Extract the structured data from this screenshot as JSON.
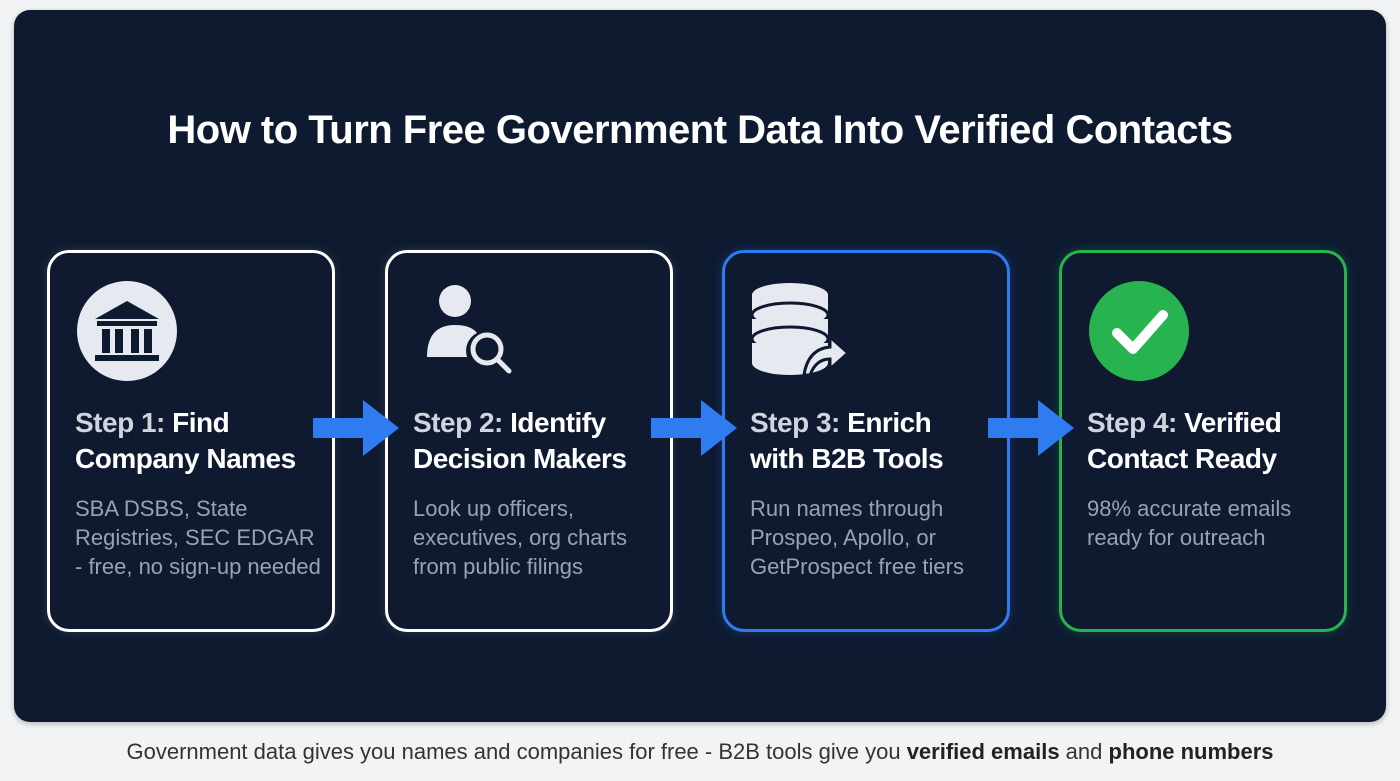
{
  "title": "How to Turn Free Government Data Into Verified Contacts",
  "colors": {
    "background": "#0e1a30",
    "step1_border": "#ffffff",
    "step2_border": "#ffffff",
    "step3_border": "#2f7bf0",
    "step4_border": "#27b34f",
    "arrow": "#2f7bf0",
    "check": "#27b34f"
  },
  "steps": [
    {
      "icon": "bank-building-icon",
      "prefix": "Step 1:",
      "heading_rest": " Find",
      "heading_line2": "Company Names",
      "description": "SBA DSBS, State Registries, SEC EDGAR - free, no sign-up needed"
    },
    {
      "icon": "person-search-icon",
      "prefix": "Step 2:",
      "heading_rest": " Identify",
      "heading_line2": "Decision Makers",
      "description": "Look up officers, executives, org charts from public filings"
    },
    {
      "icon": "database-export-icon",
      "prefix": "Step 3:",
      "heading_rest": " Enrich",
      "heading_line2": "with B2B Tools",
      "description": "Run names through Prospeo, Apollo, or GetProspect free tiers"
    },
    {
      "icon": "check-circle-icon",
      "prefix": "Step 4:",
      "heading_rest": " Verified",
      "heading_line2": "Contact Ready",
      "description": "98% accurate emails ready for outreach"
    }
  ],
  "footer": {
    "part1": "Government data gives you names and companies for free - B2B tools give you ",
    "bold1": "verified emails",
    "part2": " and ",
    "bold2": "phone numbers"
  }
}
